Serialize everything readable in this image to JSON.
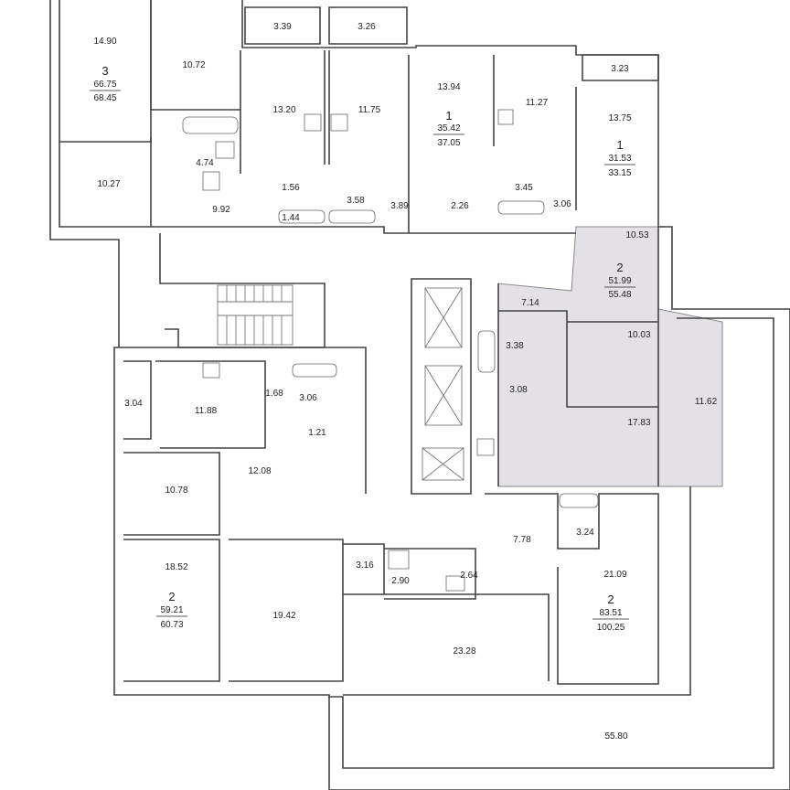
{
  "rooms": [
    {
      "id": "r1490",
      "text": "14.90"
    },
    {
      "id": "r1072",
      "text": "10.72"
    },
    {
      "id": "r339",
      "text": "3.39"
    },
    {
      "id": "r326",
      "text": "3.26"
    },
    {
      "id": "r1320",
      "text": "13.20"
    },
    {
      "id": "r1175",
      "text": "11.75"
    },
    {
      "id": "r1394",
      "text": "13.94"
    },
    {
      "id": "r1127",
      "text": "11.27"
    },
    {
      "id": "r323",
      "text": "3.23"
    },
    {
      "id": "r1375",
      "text": "13.75"
    },
    {
      "id": "r474",
      "text": "4.74"
    },
    {
      "id": "r1027",
      "text": "10.27"
    },
    {
      "id": "r156",
      "text": "1.56"
    },
    {
      "id": "r144",
      "text": "1.44"
    },
    {
      "id": "r358",
      "text": "3.58"
    },
    {
      "id": "r389",
      "text": "3.89"
    },
    {
      "id": "r226",
      "text": "2.26"
    },
    {
      "id": "r345",
      "text": "3.45"
    },
    {
      "id": "r306a",
      "text": "3.06"
    },
    {
      "id": "r992",
      "text": "9.92"
    },
    {
      "id": "r1053",
      "text": "10.53"
    },
    {
      "id": "r714",
      "text": "7.14"
    },
    {
      "id": "r338",
      "text": "3.38"
    },
    {
      "id": "r1003",
      "text": "10.03"
    },
    {
      "id": "r308",
      "text": "3.08"
    },
    {
      "id": "r1162",
      "text": "11.62"
    },
    {
      "id": "r1783",
      "text": "17.83"
    },
    {
      "id": "r304",
      "text": "3.04"
    },
    {
      "id": "r1188",
      "text": "11.88"
    },
    {
      "id": "r168",
      "text": "1.68"
    },
    {
      "id": "r306b",
      "text": "3.06"
    },
    {
      "id": "r121",
      "text": "1.21"
    },
    {
      "id": "r1078",
      "text": "10.78"
    },
    {
      "id": "r1208",
      "text": "12.08"
    },
    {
      "id": "r778",
      "text": "7.78"
    },
    {
      "id": "r324",
      "text": "3.24"
    },
    {
      "id": "r1852",
      "text": "18.52"
    },
    {
      "id": "r1942",
      "text": "19.42"
    },
    {
      "id": "r316",
      "text": "3.16"
    },
    {
      "id": "r290",
      "text": "2.90"
    },
    {
      "id": "r264",
      "text": "2.64"
    },
    {
      "id": "r2109",
      "text": "21.09"
    },
    {
      "id": "r2328",
      "text": "23.28"
    },
    {
      "id": "r5580",
      "text": "55.80"
    }
  ],
  "apartments": [
    {
      "id": "apt3",
      "rooms": "3",
      "living": "66.75",
      "total": "68.45"
    },
    {
      "id": "apt1a",
      "rooms": "1",
      "living": "35.42",
      "total": "37.05"
    },
    {
      "id": "apt1b",
      "rooms": "1",
      "living": "31.53",
      "total": "33.15"
    },
    {
      "id": "apt2a",
      "rooms": "2",
      "living": "51.99",
      "total": "55.48"
    },
    {
      "id": "apt2b",
      "rooms": "2",
      "living": "59.21",
      "total": "60.73"
    },
    {
      "id": "apt2c",
      "rooms": "2",
      "living": "83.51",
      "total": "100.25"
    }
  ]
}
